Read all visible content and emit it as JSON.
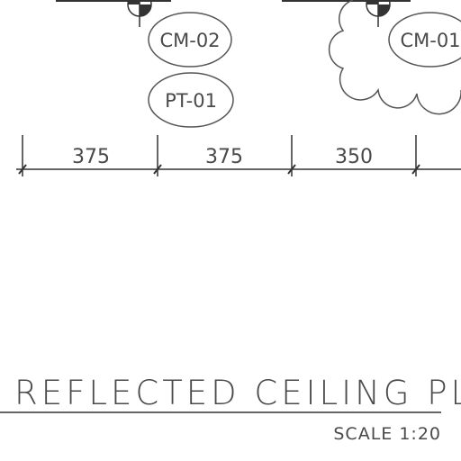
{
  "tags": {
    "cm_02": "CM-02",
    "pt_01": "PT-01",
    "cm_01": "CM-01"
  },
  "dimensions": [
    "375",
    "375",
    "350"
  ],
  "title": "REFLECTED CEILING PLA",
  "scale": "SCALE 1:20",
  "colors": {
    "line": "#333333",
    "text": "#4a4a4a",
    "background": "#ffffff"
  }
}
